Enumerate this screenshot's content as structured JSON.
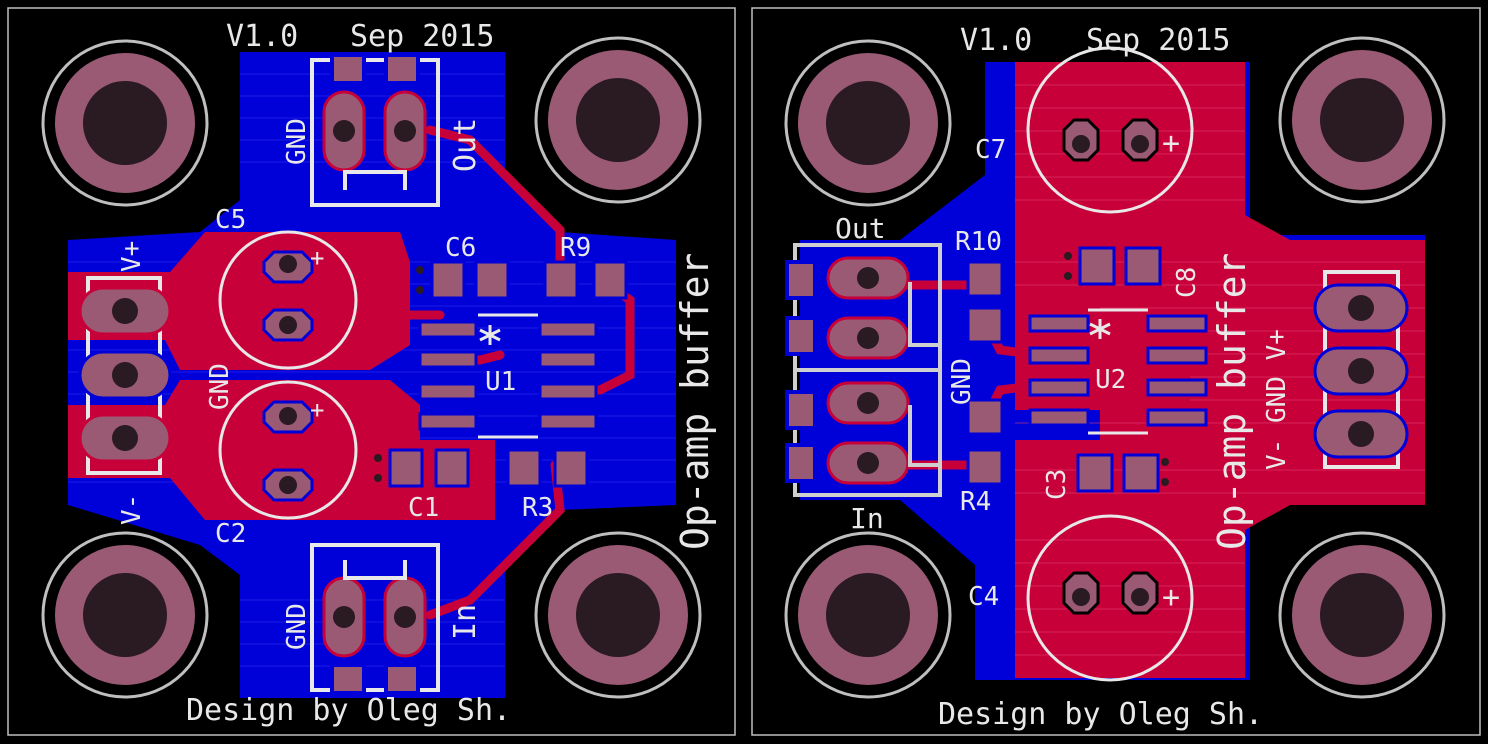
{
  "boards": [
    {
      "id": "left",
      "version": "V1.0",
      "date": "Sep 2015",
      "title": "Op-amp buffer",
      "credit": "Design by Oleg Sh.",
      "labels": {
        "c5": "C5",
        "c6": "C6",
        "r9": "R9",
        "u1": "U1",
        "c2": "C2",
        "c1": "C1",
        "r3": "R3",
        "gnd_top": "GND",
        "out": "Out",
        "gnd_bottom": "GND",
        "in": "In",
        "gnd_mid": "GND",
        "vplus": "V+",
        "vminus": "V-"
      }
    },
    {
      "id": "right",
      "version": "V1.0",
      "date": "Sep 2015",
      "title": "Op-amp buffer",
      "credit": "Design by Oleg Sh.",
      "labels": {
        "c7": "C7",
        "r10": "R10",
        "c8": "C8",
        "u2": "U2",
        "r4": "R4",
        "c3": "C3",
        "c4": "C4",
        "out": "Out",
        "in": "In",
        "gnd": "GND",
        "rail": "V- GND V+"
      }
    }
  ],
  "colors": {
    "background": "#000000",
    "border": "#bfbfbf",
    "top_copper": "#c8003a",
    "bottom_copper": "#0000d8",
    "pad": "#9a5a74",
    "drill": "#2a1a22",
    "silkscreen": "#e8e8e8"
  }
}
